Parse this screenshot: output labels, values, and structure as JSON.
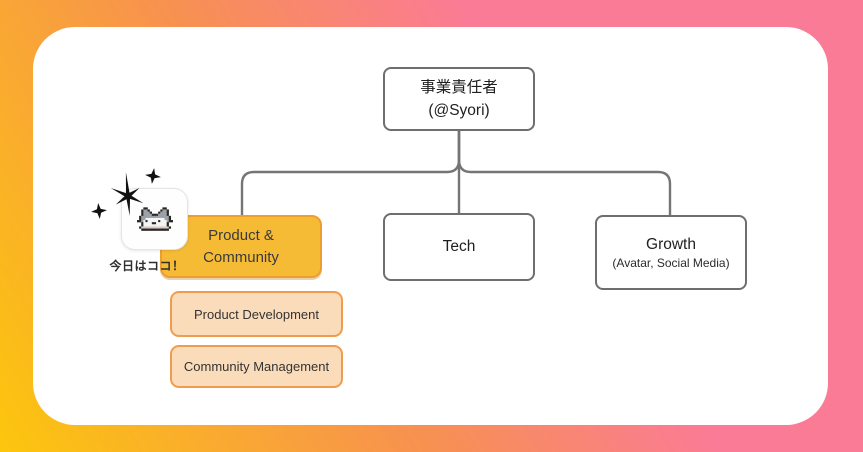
{
  "org_chart": {
    "root": {
      "title": "事業責任者",
      "subtitle": "(@Syori)"
    },
    "nodes": {
      "product_community": {
        "line1": "Product &",
        "line2": "Community",
        "highlighted": true
      },
      "tech": {
        "label": "Tech"
      },
      "growth": {
        "label": "Growth",
        "sublabel": "(Avatar, Social Media)"
      }
    },
    "subteams": {
      "product_development": "Product Development",
      "community_management": "Community Management"
    }
  },
  "callout": {
    "label": "今日はココ！",
    "avatar_icon": "pixel-cat-icon",
    "decoration_icon": "sparkles-icon"
  },
  "colors": {
    "bg_gradient_start": "#fcc60d",
    "bg_gradient_mid": "#f79150",
    "bg_gradient_end": "#fa7b95",
    "card": "#ffffff",
    "node_border": "#6e6e6e",
    "connector": "#757575",
    "highlight_fill": "#f6bb35",
    "highlight_border": "#ec9e33",
    "subteam_fill": "#fbdcba",
    "subteam_border": "#ee9d50",
    "text": "#1f1f1f"
  }
}
